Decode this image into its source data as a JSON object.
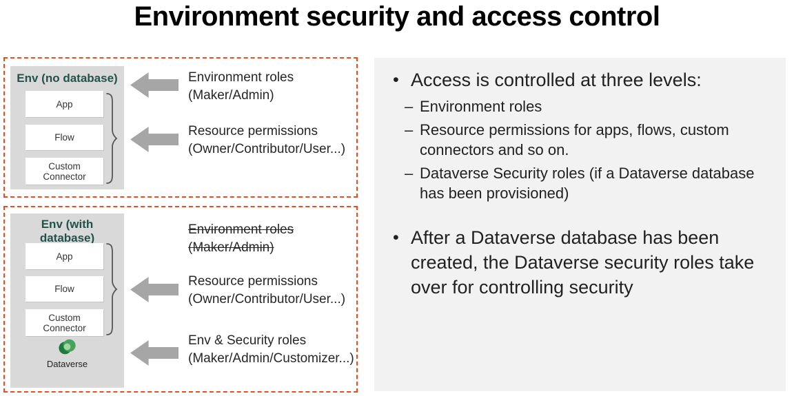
{
  "title": "Environment security and access control",
  "bullet_char": "•",
  "dash_char": "–",
  "diagram": {
    "env_no_db": {
      "header": "Env (no database)",
      "boxes": [
        "App",
        "Flow",
        "Custom Connector"
      ],
      "annotations": [
        {
          "line1": "Environment roles",
          "line2": "(Maker/Admin)"
        },
        {
          "line1": "Resource permissions",
          "line2": "(Owner/Contributor/User...)"
        }
      ]
    },
    "env_with_db": {
      "header": "Env (with database)",
      "boxes": [
        "App",
        "Flow",
        "Custom Connector"
      ],
      "dataverse_label": "Dataverse",
      "annotations": [
        {
          "line1": "Environment roles",
          "line2": "(Maker/Admin)",
          "strikethrough": true
        },
        {
          "line1": "Resource permissions",
          "line2": "(Owner/Contributor/User...)"
        },
        {
          "line1": "Env & Security roles",
          "line2": "(Maker/Admin/Customizer...)"
        }
      ]
    }
  },
  "notes": {
    "item1": "Access is controlled at three levels:",
    "item1_subs": [
      "Environment roles",
      "Resource permissions for apps, flows, custom connectors and so on.",
      "Dataverse Security roles (if a Dataverse database has been provisioned)"
    ],
    "item2": "After a Dataverse database has been created, the Dataverse security roles take over for controlling security"
  },
  "colors": {
    "dashed_border": "#ee4a1f",
    "panel_gray": "#d9d9d9",
    "arrow_gray": "#a6a6a6",
    "header_teal": "#24524a",
    "right_panel_bg": "#f2f2f2",
    "text_dark": "#262626",
    "dataverse_green_dark": "#1f7a40",
    "dataverse_green_mid": "#45a35c",
    "dataverse_green_light": "#a4d6a0"
  }
}
